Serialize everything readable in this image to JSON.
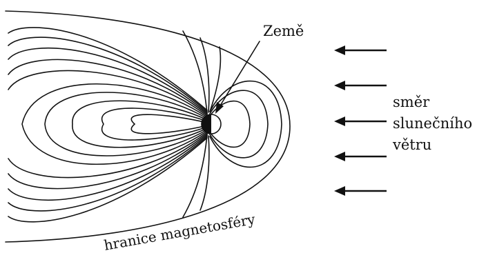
{
  "labels": {
    "earth": "Země",
    "wind_line1": "směr",
    "wind_line2": "slunečního",
    "wind_line3": "větru",
    "boundary": "hranice magnetosféry"
  },
  "colors": {
    "ink": "#111111",
    "background": "#ffffff"
  },
  "arrows": {
    "count": 5,
    "direction": "left"
  }
}
